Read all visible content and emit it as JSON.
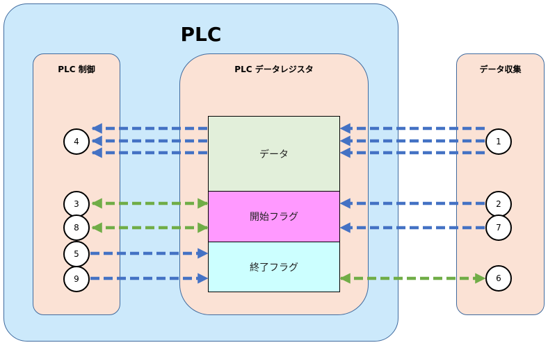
{
  "plc": {
    "title": "PLC"
  },
  "control": {
    "title": "PLC 制御"
  },
  "register": {
    "title": "PLC データレジスタ"
  },
  "collection": {
    "title": "データ収集"
  },
  "cells": {
    "data": "データ",
    "start_flag": "開始フラグ",
    "end_flag": "終了フラグ"
  },
  "steps": {
    "s1": "1",
    "s2": "2",
    "s3": "3",
    "s4": "4",
    "s5": "5",
    "s6": "6",
    "s7": "7",
    "s8": "8",
    "s9": "9"
  },
  "colors": {
    "blue_arrow": "#4472c4",
    "green_arrow": "#70ad47"
  }
}
